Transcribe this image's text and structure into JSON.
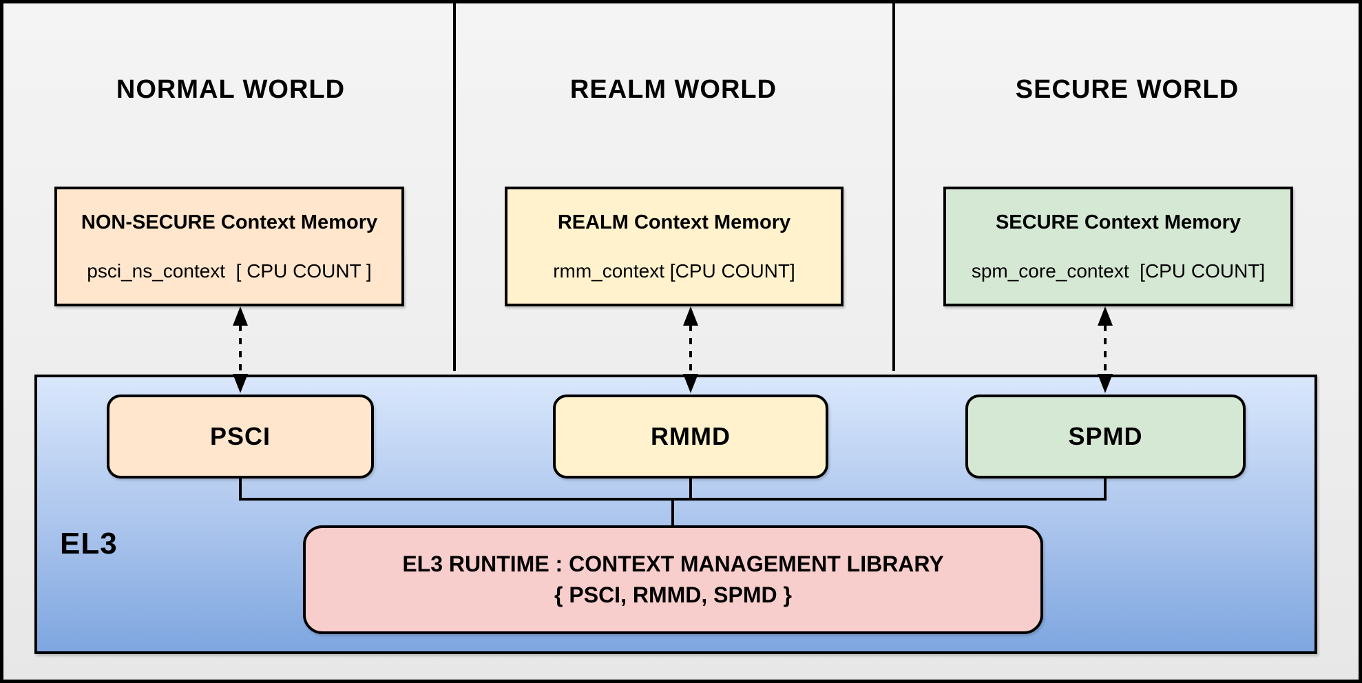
{
  "worlds": [
    {
      "title": "NORMAL WORLD",
      "memory_box": {
        "title": "NON-SECURE Context Memory",
        "value": "psci_ns_context  [ CPU COUNT ]"
      },
      "fill": "#ffe6cc"
    },
    {
      "title": "REALM WORLD",
      "memory_box": {
        "title": "REALM Context Memory",
        "value": "rmm_context [CPU COUNT]"
      },
      "fill": "#fff2cc"
    },
    {
      "title": "SECURE WORLD",
      "memory_box": {
        "title": "SECURE Context Memory",
        "value": "spm_core_context  [CPU COUNT]"
      },
      "fill": "#d5e8d4"
    }
  ],
  "el3": {
    "label": "EL3",
    "services": [
      {
        "name": "PSCI",
        "fill": "#ffe6cc"
      },
      {
        "name": "RMMD",
        "fill": "#fff2cc"
      },
      {
        "name": "SPMD",
        "fill": "#d5e8d4"
      }
    ],
    "runtime_library": {
      "line1": "EL3 RUNTIME : CONTEXT MANAGEMENT LIBRARY",
      "line2": "{ PSCI, RMMD, SPMD }",
      "fill": "#f8cecc"
    }
  },
  "colors": {
    "background": "#eeeeee",
    "line": "#000000",
    "el3_gradient_top": "#d9e7fc",
    "el3_gradient_bottom": "#7ea6e0"
  }
}
